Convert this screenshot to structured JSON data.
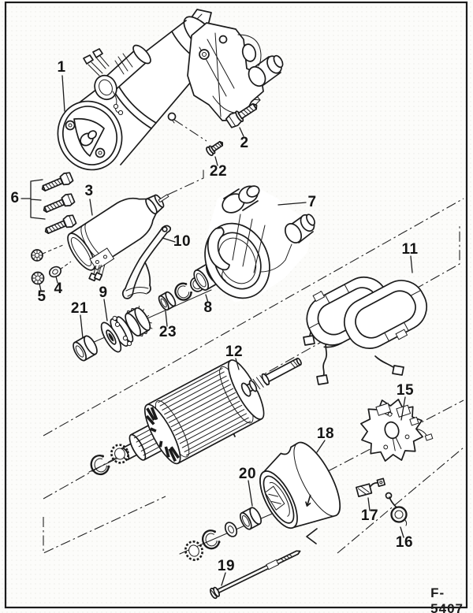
{
  "figure": {
    "code": "F-5407"
  },
  "part_labels": [
    "1",
    "2",
    "3",
    "4",
    "5",
    "6",
    "7",
    "8",
    "9",
    "10",
    "11",
    "12",
    "15",
    "16",
    "17",
    "18",
    "19",
    "20",
    "21",
    "22",
    "23"
  ]
}
